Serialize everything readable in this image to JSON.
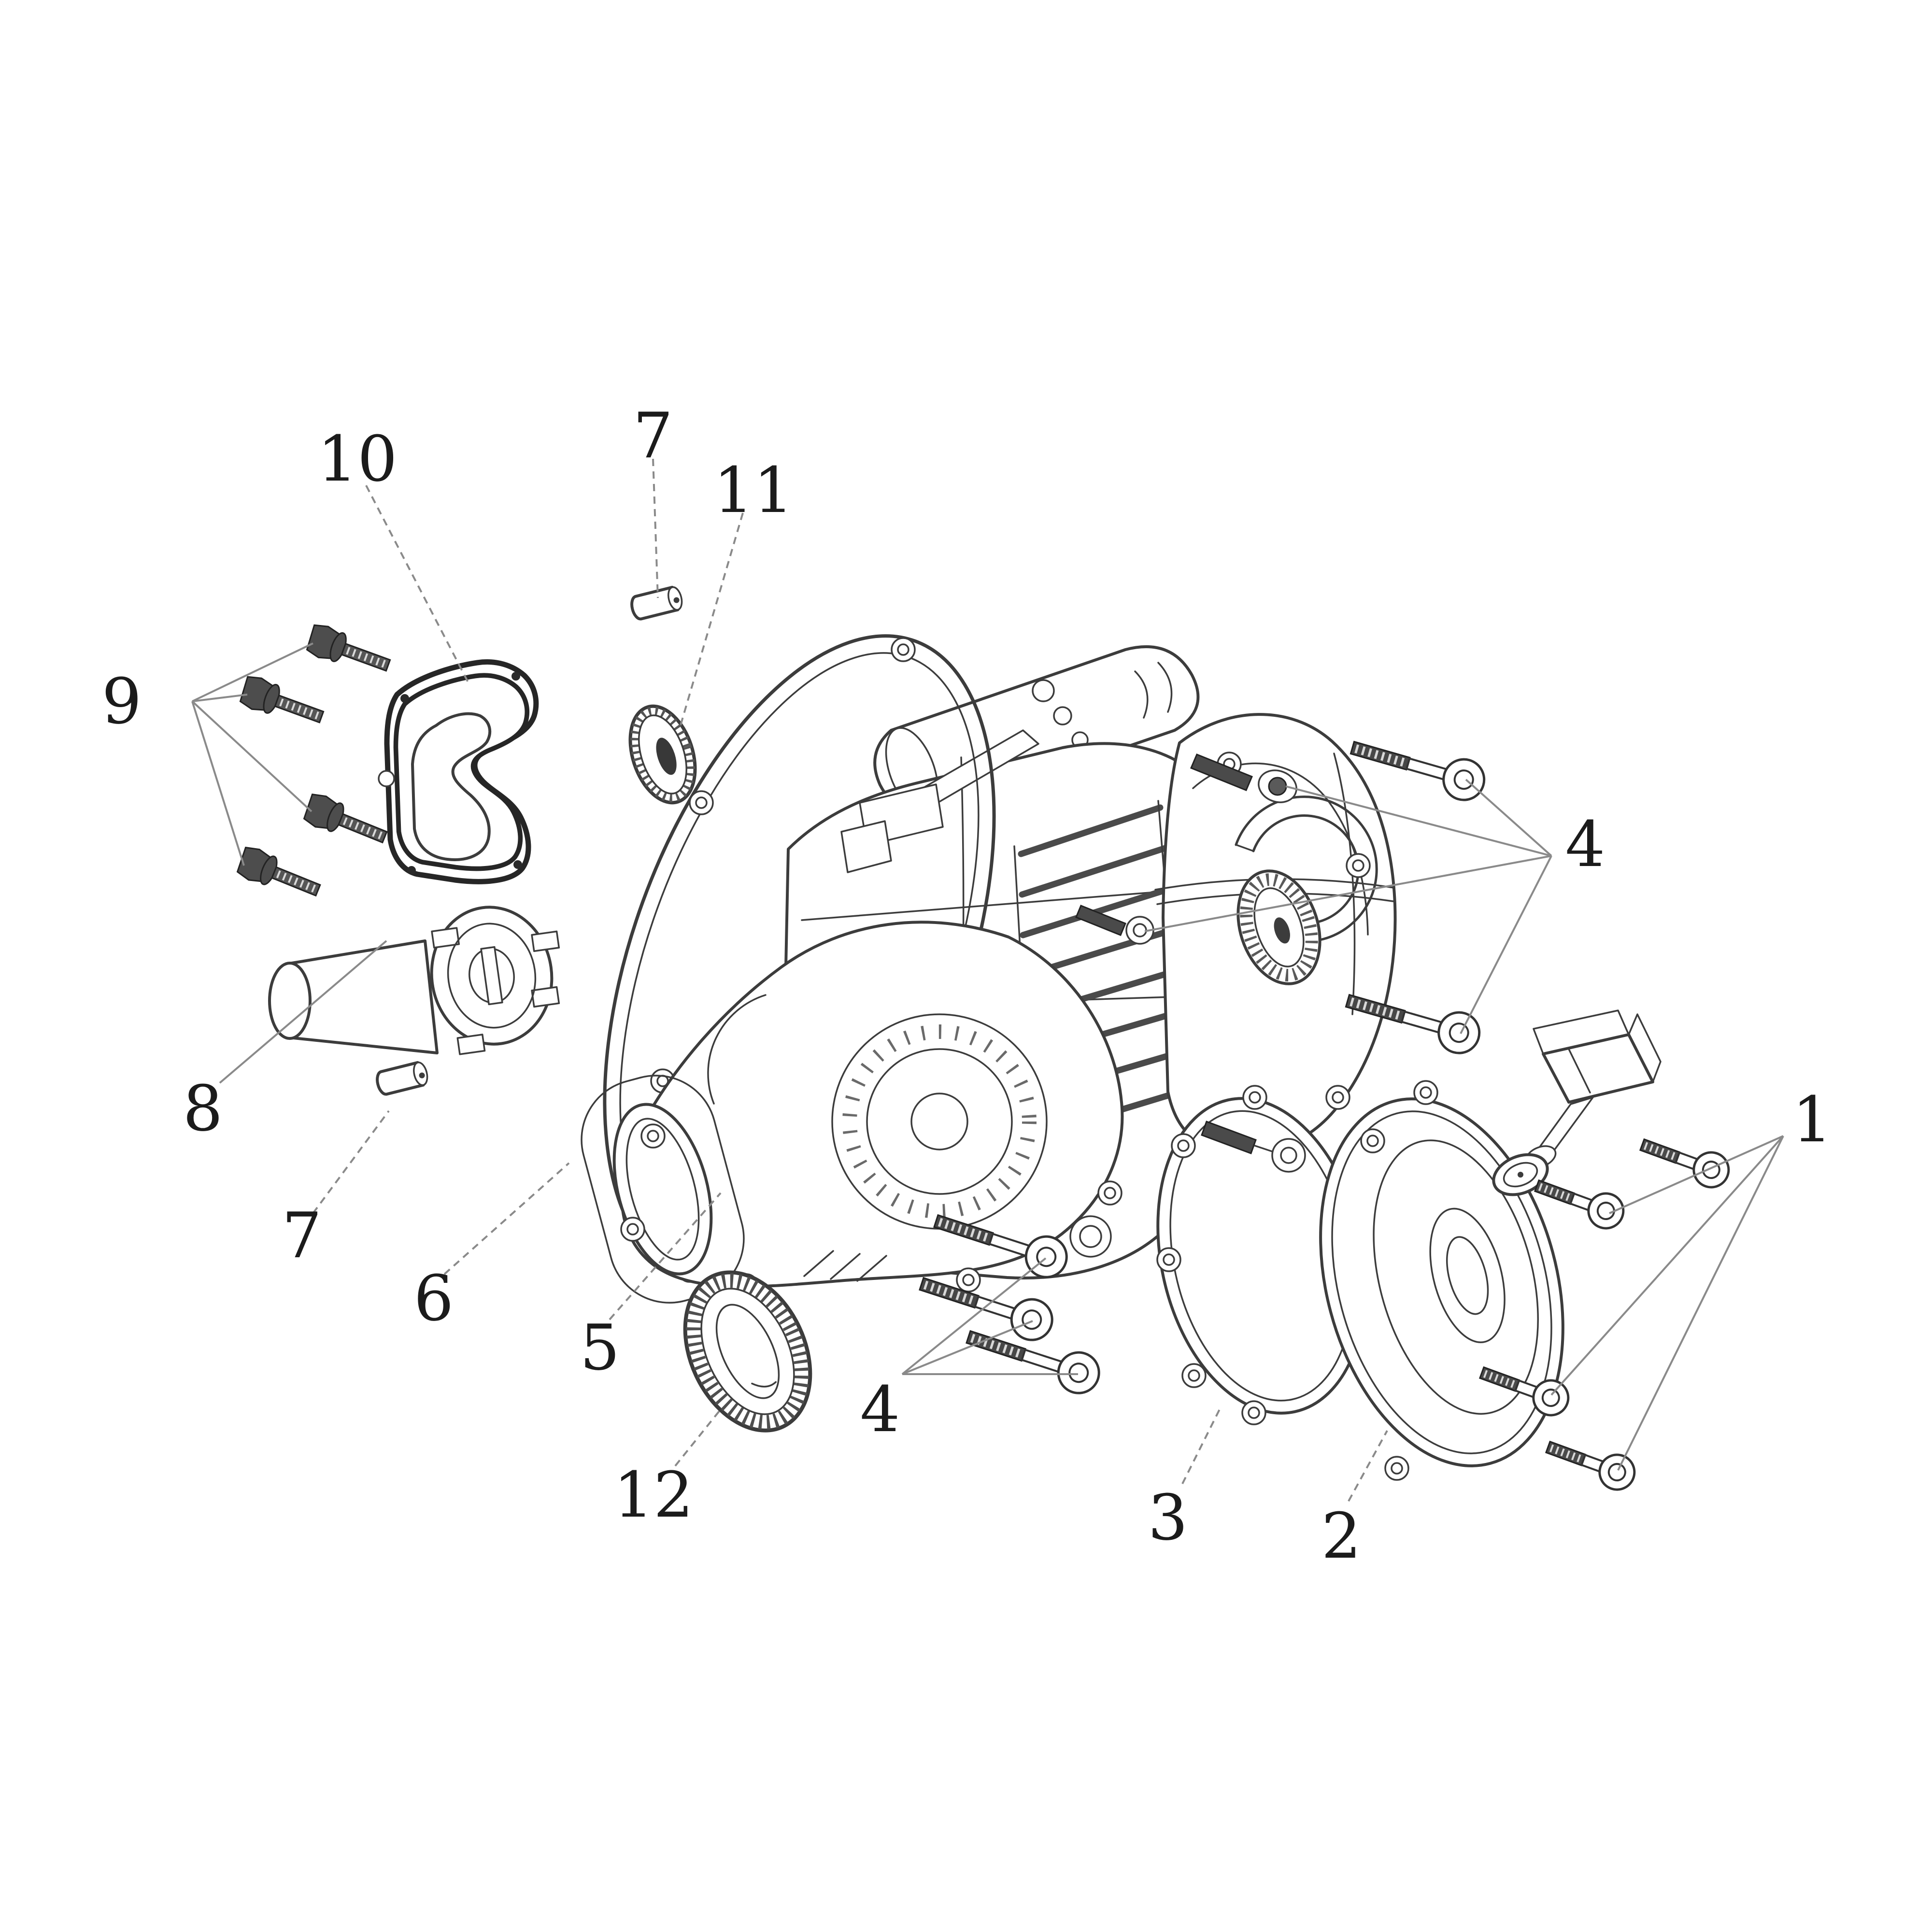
{
  "diagram": {
    "background": "#ffffff",
    "ink_color": "#3c3c3c",
    "dark_ink_color": "#262626",
    "leader_color": "#8a8a8a",
    "label_color": "#1b1b1b"
  },
  "callouts": {
    "c1": "1",
    "c2": "2",
    "c3": "3",
    "c4_right": "4",
    "c4_bottom": "4",
    "c5": "5",
    "c6": "6",
    "c7_top": "7",
    "c7_left": "7",
    "c8": "8",
    "c9": "9",
    "c10": "10",
    "c11": "11",
    "c12": "12"
  }
}
